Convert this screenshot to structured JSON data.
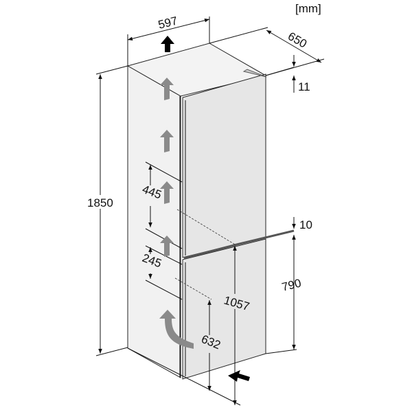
{
  "units": "[mm]",
  "dimensions": {
    "width": "597",
    "depth": "650",
    "height": "1850",
    "handle_top": "11",
    "handle_mid": "10",
    "lower_door_height": "790",
    "upper_vent_height": "445",
    "lower_vent_height": "245",
    "split_height": "1057",
    "vent_bottom_height": "632"
  },
  "colors": {
    "body": "#f0f0f0",
    "door": "#e4e4e4",
    "arrow_grey": "#8a8a8a",
    "arrow_black": "#000000"
  },
  "icons": [
    "arrow-up-icon",
    "airflow-arrow-icon",
    "curved-airflow-arrow-icon",
    "air-inlet-arrow-icon"
  ]
}
